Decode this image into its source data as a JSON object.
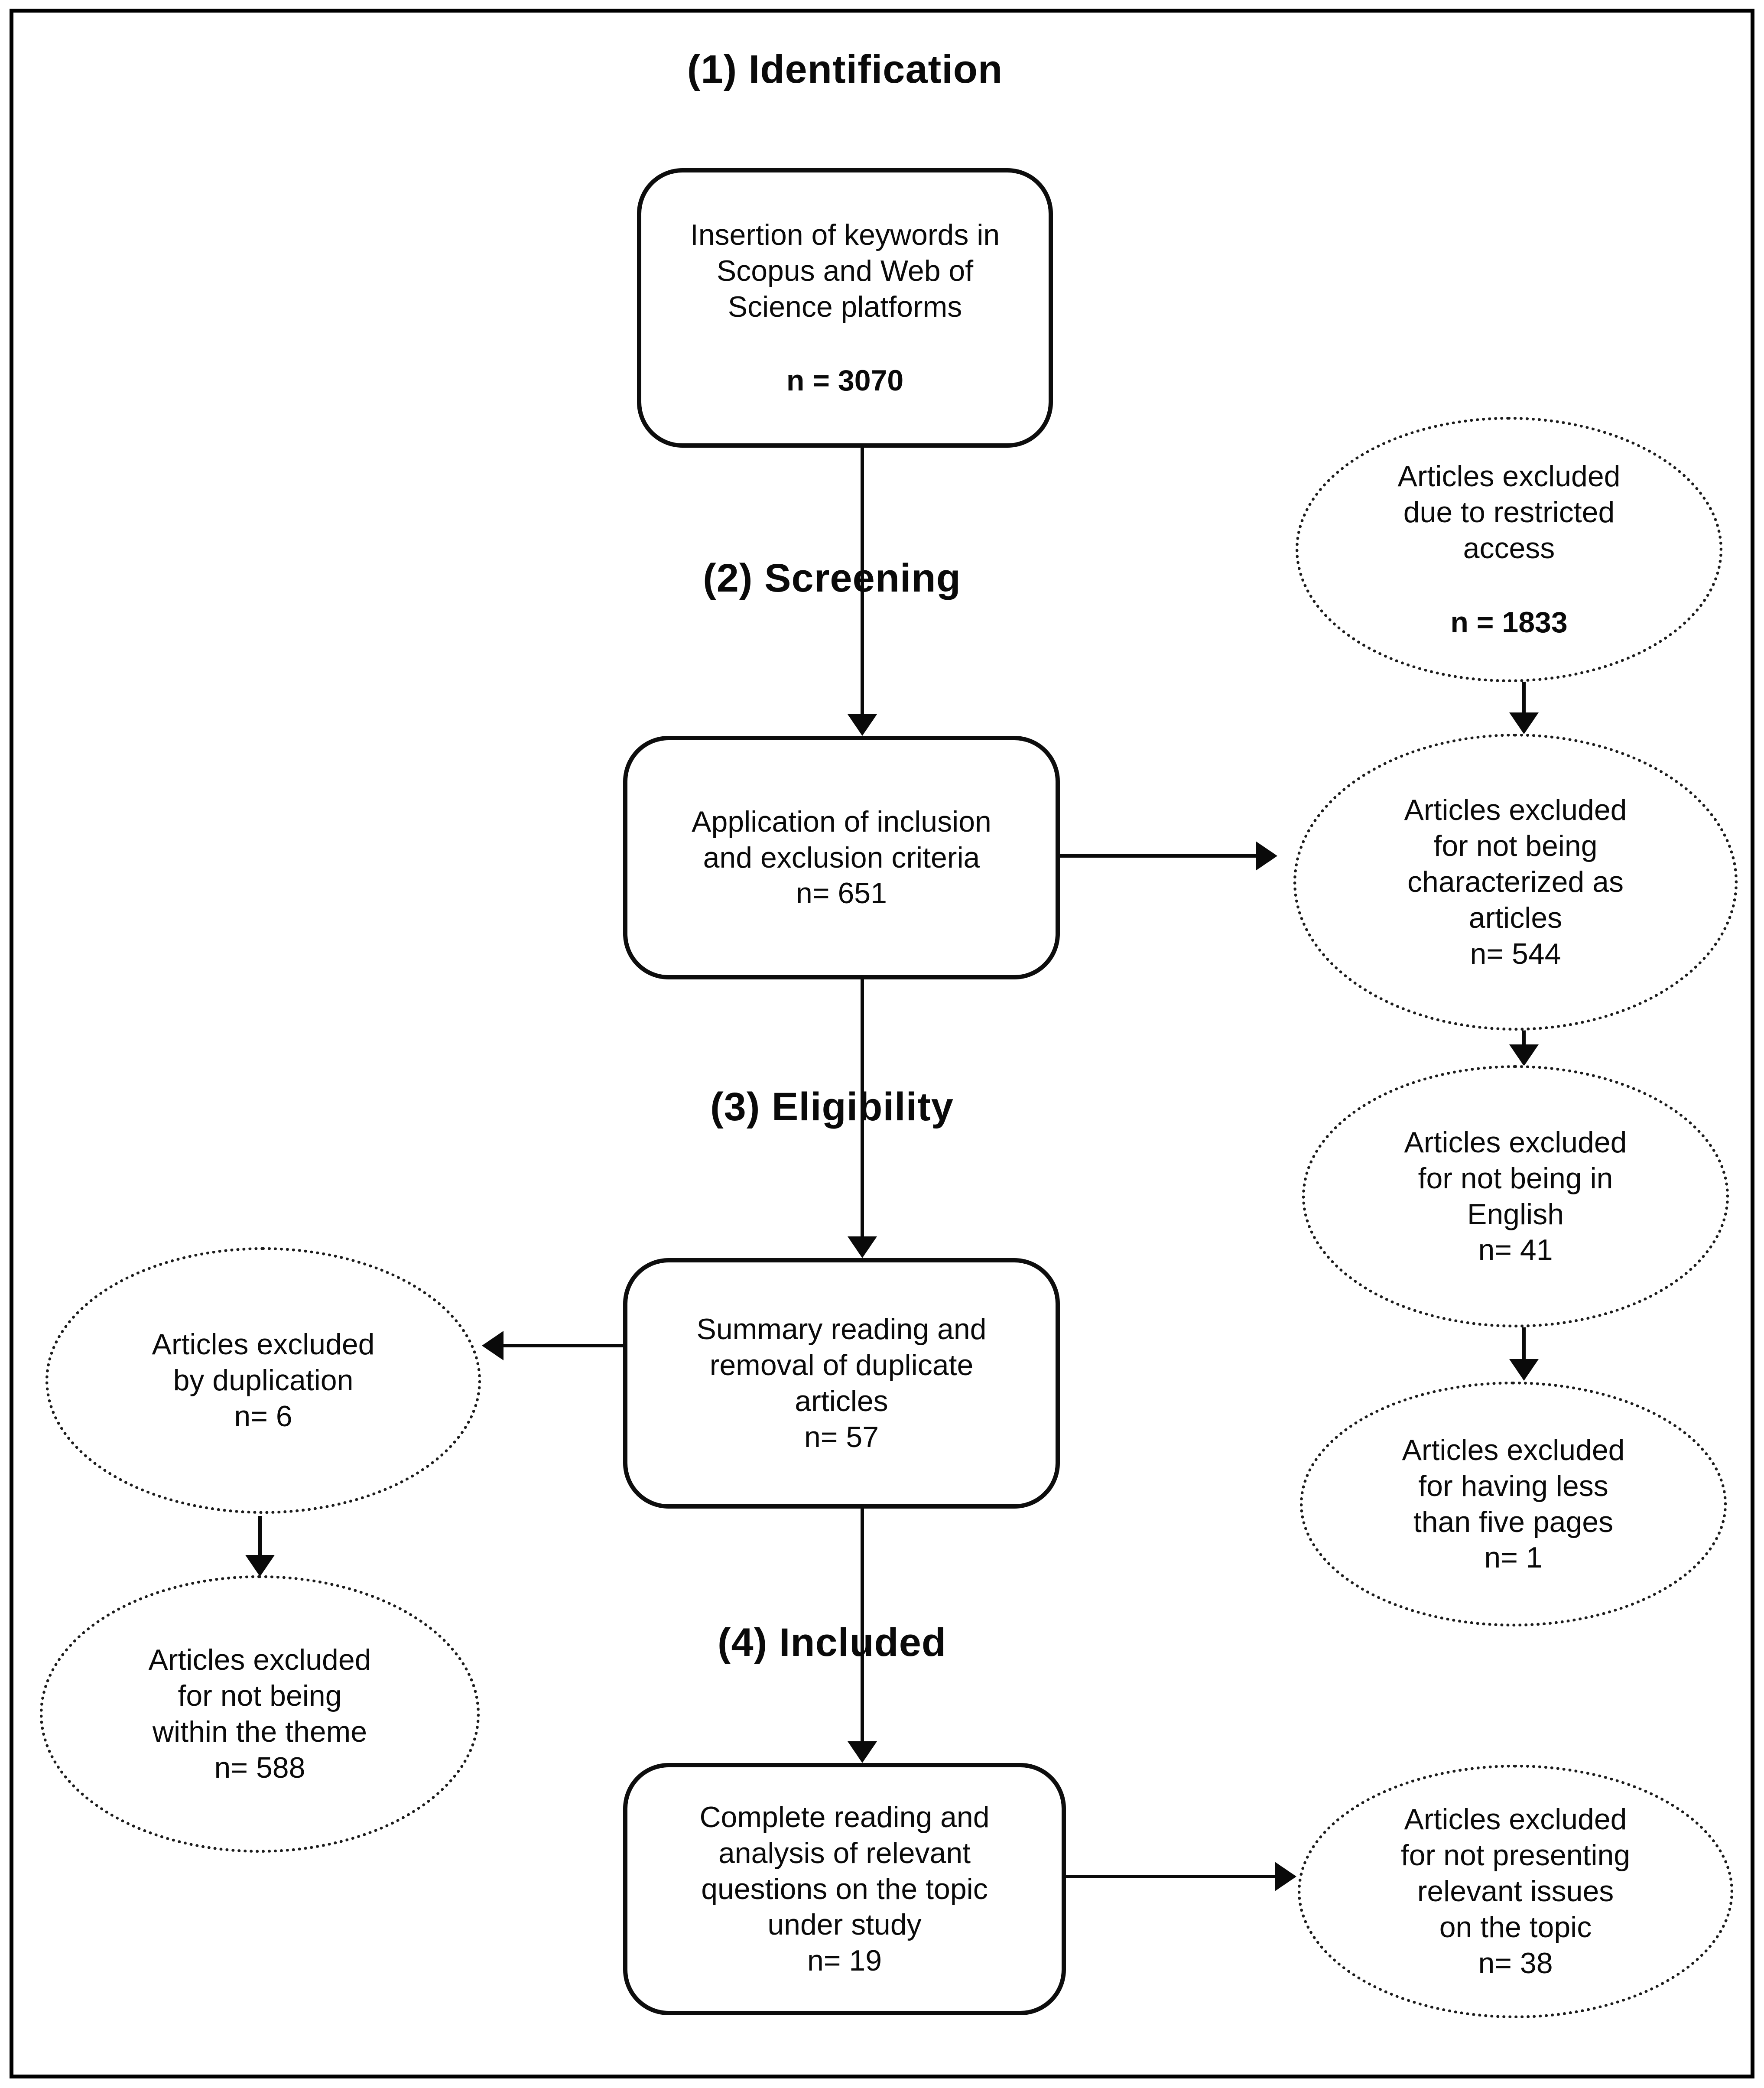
{
  "figure": {
    "stages": {
      "identification": "(1) Identification",
      "screening": "(2) Screening",
      "eligibility": "(3) Eligibility",
      "included": "(4) Included"
    },
    "boxes": {
      "keywords": {
        "lines": [
          "Insertion of keywords in",
          "Scopus and Web of",
          "Science platforms"
        ],
        "n": "n = 3070"
      },
      "criteria": {
        "lines": [
          "Application of inclusion",
          "and exclusion criteria"
        ],
        "n": "n= 651"
      },
      "summary": {
        "lines": [
          "Summary reading and",
          "removal of duplicate",
          "articles"
        ],
        "n": "n= 57"
      },
      "complete": {
        "lines": [
          "Complete reading and",
          "analysis of relevant",
          "questions on the topic",
          "under study"
        ],
        "n": "n= 19"
      }
    },
    "exclusions": {
      "restricted": {
        "lines": [
          "Articles excluded",
          "due to restricted",
          "access"
        ],
        "n": "n = 1833"
      },
      "not_articles": {
        "lines": [
          "Articles excluded",
          "for not being",
          "characterized as",
          "articles"
        ],
        "n": "n= 544"
      },
      "not_english": {
        "lines": [
          "Articles excluded",
          "for not being in",
          "English"
        ],
        "n": "n= 41"
      },
      "five_pages": {
        "lines": [
          "Articles excluded",
          "for having less",
          "than five pages"
        ],
        "n": "n= 1"
      },
      "duplication": {
        "lines": [
          "Articles excluded",
          "by duplication"
        ],
        "n": "n= 6"
      },
      "theme": {
        "lines": [
          "Articles excluded",
          "for not being",
          "within the theme"
        ],
        "n": "n= 588"
      },
      "relevance": {
        "lines": [
          "Articles excluded",
          "for not presenting",
          "relevant issues",
          "on the topic"
        ],
        "n": "n= 38"
      }
    },
    "colors": {
      "ink": "#0a0a0a",
      "background": "#ffffff"
    }
  }
}
